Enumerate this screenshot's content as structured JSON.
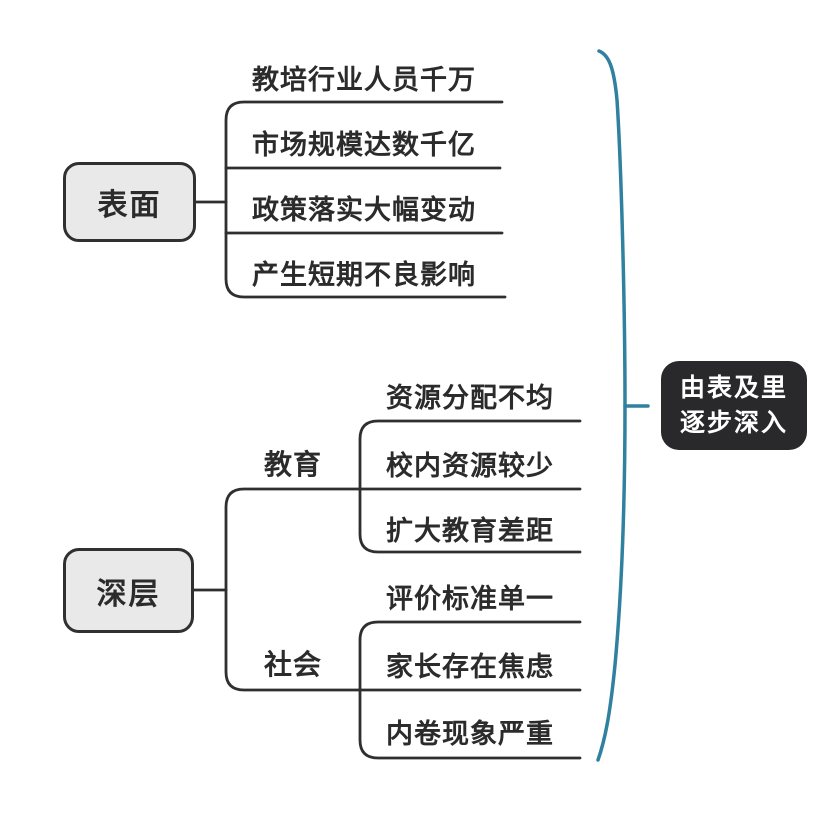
{
  "colors": {
    "line": "#2f2f2f",
    "text": "#2b2b2b",
    "node_fill": "#e9e9e9",
    "node_border": "#303030",
    "brace": "#30809f",
    "summary_bg": "#29292b",
    "summary_text": "#ffffff"
  },
  "tree": {
    "surface": {
      "label": "表面",
      "children": [
        "教培行业人员千万",
        "市场规模达数千亿",
        "政策落实大幅变动",
        "产生短期不良影响"
      ]
    },
    "deep": {
      "label": "深层",
      "subgroups": [
        {
          "label": "教育",
          "children": [
            "资源分配不均",
            "校内资源较少",
            "扩大教育差距"
          ]
        },
        {
          "label": "社会",
          "children": [
            "评价标准单一",
            "家长存在焦虑",
            "内卷现象严重"
          ]
        }
      ]
    },
    "summary": {
      "line1": "由表及里",
      "line2": "逐步深入"
    }
  }
}
